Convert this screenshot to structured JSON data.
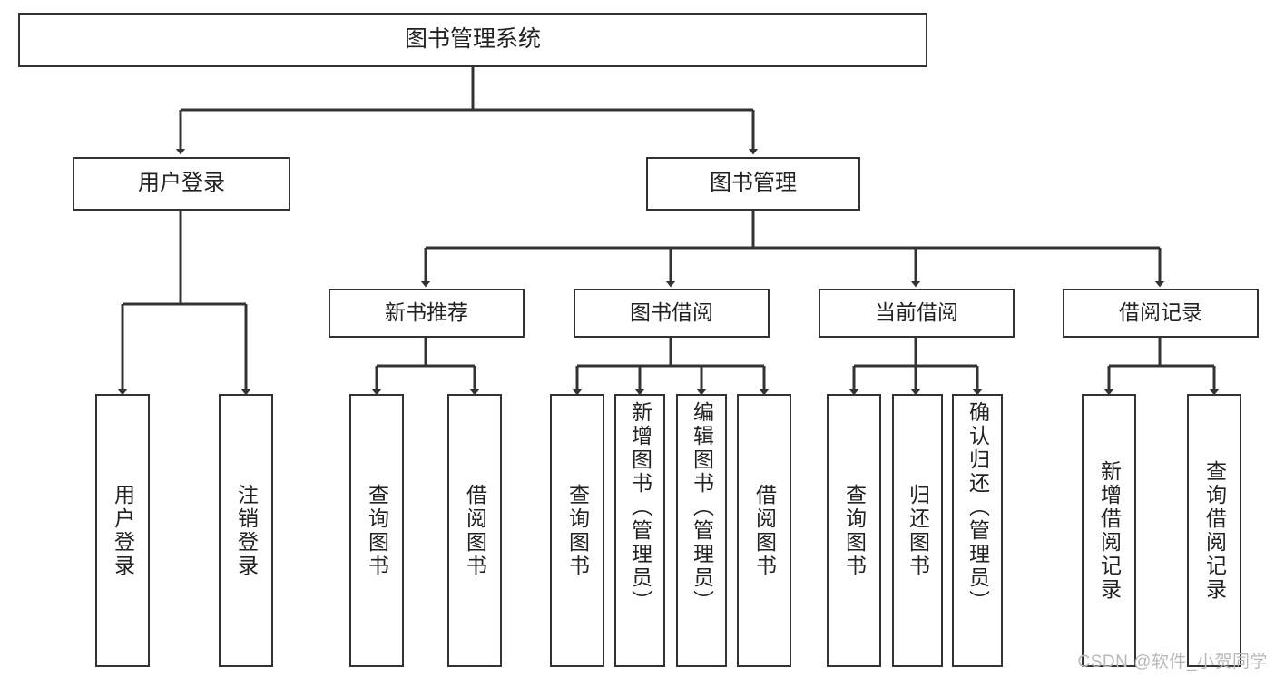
{
  "diagram": {
    "title": "图书管理系统",
    "type": "tree-hierarchy",
    "line_color": "#333333",
    "box_fill": "#ffffff",
    "text_color": "#222222",
    "watermark": "CSDN @软件_小贺同学"
  },
  "nodes": {
    "root": {
      "label": "图书管理系统"
    },
    "level2": [
      {
        "label": "用户登录"
      },
      {
        "label": "图书管理"
      }
    ],
    "level3": [
      {
        "label": "新书推荐"
      },
      {
        "label": "图书借阅"
      },
      {
        "label": "当前借阅"
      },
      {
        "label": "借阅记录"
      }
    ],
    "leaves": {
      "user_login": [
        {
          "label": "用户登录"
        },
        {
          "label": "注销登录"
        }
      ],
      "new_book_recommend": [
        {
          "label": "查询图书"
        },
        {
          "label": "借阅图书"
        }
      ],
      "book_borrow": [
        {
          "label": "查询图书"
        },
        {
          "label": "新增图书（管理员）"
        },
        {
          "label": "编辑图书（管理员）"
        },
        {
          "label": "借阅图书"
        }
      ],
      "current_borrow": [
        {
          "label": "查询图书"
        },
        {
          "label": "归还图书"
        },
        {
          "label": "确认归还（管理员）"
        }
      ],
      "borrow_record": [
        {
          "label": "新增借阅记录"
        },
        {
          "label": "查询借阅记录"
        }
      ]
    }
  }
}
